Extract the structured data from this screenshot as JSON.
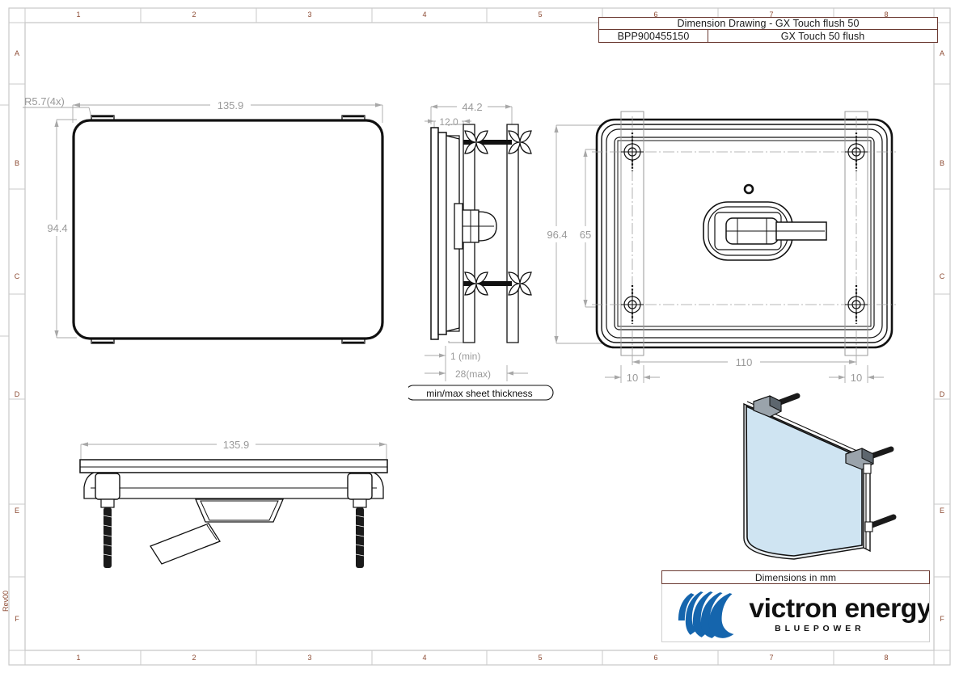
{
  "sheet": {
    "zone_numbers": [
      "1",
      "2",
      "3",
      "4",
      "5",
      "6",
      "7",
      "8"
    ],
    "zone_letters": [
      "A",
      "B",
      "C",
      "D",
      "E",
      "F"
    ],
    "revision": "Rev00"
  },
  "title_block": {
    "drawing_title": "Dimension Drawing - GX Touch flush 50",
    "part_number": "BPP900455150",
    "product_name": "GX Touch 50 flush"
  },
  "footer": {
    "units_note": "Dimensions in mm",
    "brand_name": "victron energy",
    "brand_tagline": "B L U E   P O W E R",
    "brand_color": "#1565ad"
  },
  "views": {
    "front": {
      "name": "front-view",
      "dimensions": {
        "width": "135.9",
        "height": "94.4",
        "corner_radius": "R5.7(4x)"
      }
    },
    "side": {
      "name": "side-view",
      "dimensions": {
        "total_depth": "44.2",
        "front_depth": "12.0",
        "sheet_min": "1 (min)",
        "sheet_max": "28(max)",
        "note": "min/max sheet thickness"
      }
    },
    "rear": {
      "name": "rear-view",
      "dimensions": {
        "outer_height": "96.4",
        "hole_spacing_v": "65",
        "hole_spacing_h": "110",
        "edge_left": "10",
        "edge_right": "10"
      }
    },
    "top": {
      "name": "top-view",
      "dimensions": {
        "width": "135.9"
      }
    },
    "iso": {
      "name": "isometric-view",
      "screen_color": "#cfe4f2"
    }
  }
}
